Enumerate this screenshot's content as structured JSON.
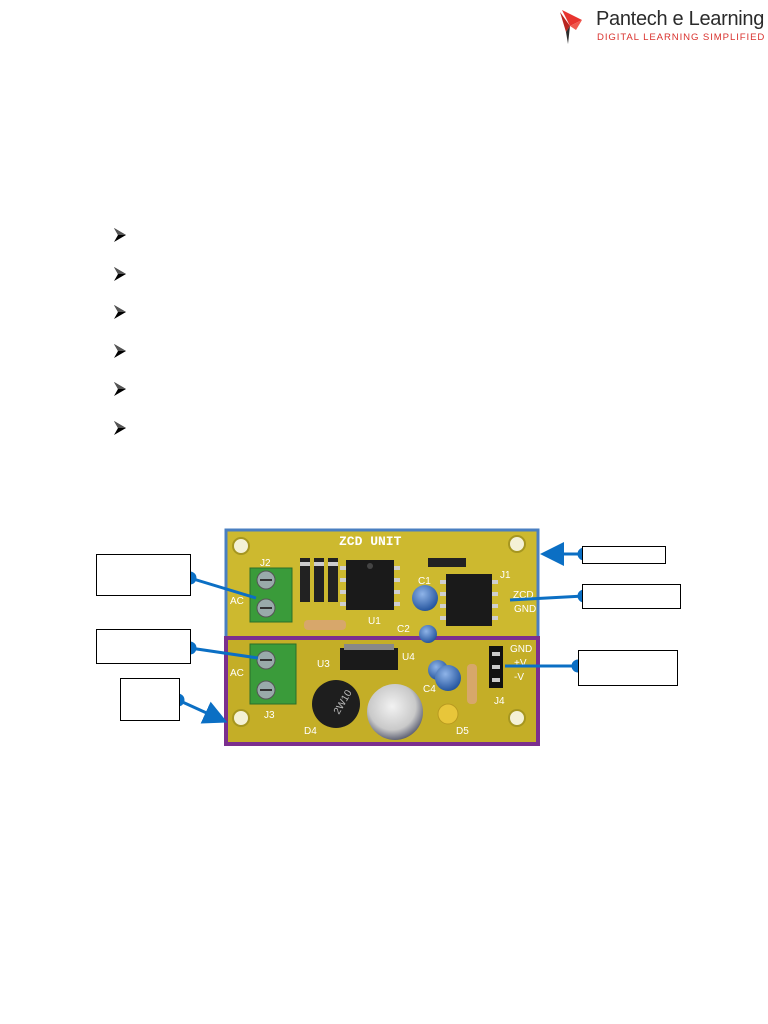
{
  "logo": {
    "name": "Pantech e Learning",
    "tagline": "DIGITAL LEARNING SIMPLIFIED",
    "colors": {
      "mark": "#e8342f",
      "mark_dark": "#2b2b2b",
      "tagline": "#d9322e"
    }
  },
  "bullets": [
    {
      "icon": "arrowhead-bullet-icon",
      "text": ""
    },
    {
      "icon": "arrowhead-bullet-icon",
      "text": ""
    },
    {
      "icon": "arrowhead-bullet-icon",
      "text": ""
    },
    {
      "icon": "arrowhead-bullet-icon",
      "text": ""
    },
    {
      "icon": "arrowhead-bullet-icon",
      "text": ""
    },
    {
      "icon": "arrowhead-bullet-icon",
      "text": ""
    }
  ],
  "board": {
    "title": "ZCD UNIT",
    "labels": {
      "j1": "J1",
      "j2": "J2",
      "j3": "J3",
      "j4": "J4",
      "u1": "U1",
      "u3": "U3",
      "u4": "U4",
      "c1": "C1",
      "c2": "C2",
      "c4": "C4",
      "d4": "D4",
      "d5": "D5",
      "ac_top": "AC",
      "ac_bottom": "AC",
      "zcd": "ZCD",
      "gnd_top": "GND",
      "gnd_bottom": "GND",
      "vplus": "+V",
      "vminus": "-V"
    },
    "colors": {
      "pcb": "#c8b42a",
      "zcd_outline": "#4a7fc1",
      "psu_outline": "#7b2f8e",
      "connector": "#3a9b3a",
      "callout": "#0b6fc4"
    }
  },
  "callouts": [
    {
      "id": "callout-left-1",
      "text": ""
    },
    {
      "id": "callout-left-2",
      "text": ""
    },
    {
      "id": "callout-left-3",
      "text": ""
    },
    {
      "id": "callout-right-1",
      "text": ""
    },
    {
      "id": "callout-right-2",
      "text": ""
    },
    {
      "id": "callout-right-3",
      "text": ""
    }
  ]
}
